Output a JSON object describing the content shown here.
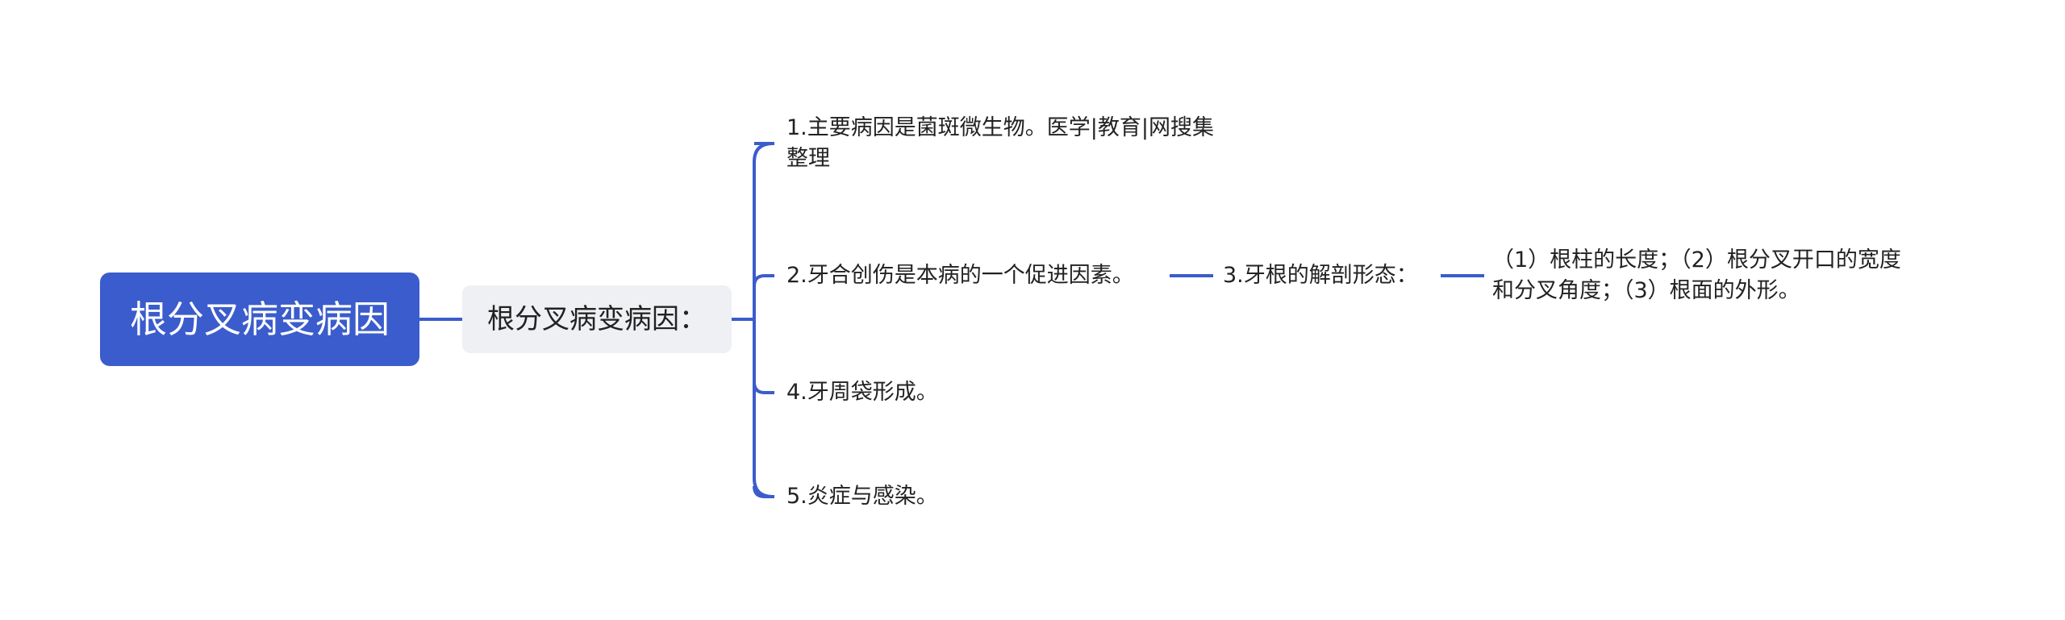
{
  "mindmap": {
    "root": {
      "label": "根分叉病变病因"
    },
    "branch": {
      "label": "根分叉病变病因："
    },
    "leaves": {
      "item1": {
        "line1": "1.主要病因是菌斑微生物。医学|教育|网搜集",
        "line2": "整理"
      },
      "item2": {
        "label": "2.牙合创伤是本病的一个促进因素。"
      },
      "item3": {
        "label": "3.牙根的解剖形态："
      },
      "item3_detail": {
        "line1": "（1）根柱的长度；（2）根分叉开口的宽度",
        "line2": "和分叉角度；（3）根面的外形。"
      },
      "item4": {
        "label": "4.牙周袋形成。"
      },
      "item5": {
        "label": "5.炎症与感染。"
      }
    },
    "colors": {
      "root_fill": "#3b5ccc",
      "branch_fill": "#eef0f3",
      "connector": "#3b5ccc",
      "text": "#222222"
    }
  }
}
